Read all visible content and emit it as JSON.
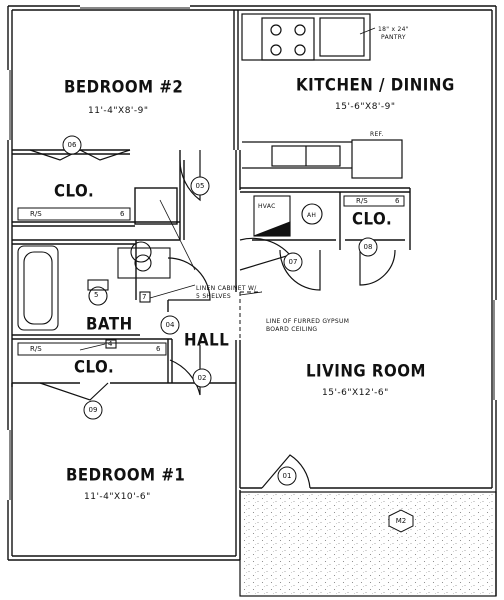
{
  "rooms": {
    "bedroom2": {
      "name": "BEDROOM #2",
      "dims": "11'-4\"X8'-9\""
    },
    "kitchen": {
      "name": "KITCHEN / DINING",
      "dims": "15'-6\"X8'-9\""
    },
    "bath": {
      "name": "BATH"
    },
    "hall": {
      "name": "HALL"
    },
    "living": {
      "name": "LIVING ROOM",
      "dims": "15'-6\"X12'-6\""
    },
    "bedroom1": {
      "name": "BEDROOM #1",
      "dims": "11'-4\"X10'-6\""
    },
    "closet_bed2": {
      "name": "CLO."
    },
    "closet_bed1": {
      "name": "CLO."
    },
    "closet_hall": {
      "name": "CLO."
    }
  },
  "annotations": {
    "pantry": "18\" x 24\"\nPANTRY",
    "ref": "REF.",
    "hvac": "HVAC",
    "ah": "AH",
    "linen": "LINEN CABINET W/\n5 SHELVES",
    "ceiling": "LINE OF FURRED GYPSUM\nBOARD CEILING",
    "rs_bed2": "R/S",
    "rs_bed1": "R/S",
    "rs_hall": "R/S",
    "shelf_num_bed2": "6",
    "shelf_num_bed1": "6",
    "shelf_num_hall": "6",
    "fixture_5": "5",
    "fixture_7": "7",
    "fixture_4": "4"
  },
  "door_tags": [
    "06",
    "05",
    "07",
    "08",
    "04",
    "02",
    "09",
    "01",
    "M2"
  ],
  "colors": {
    "line": "#111111",
    "background": "#ffffff",
    "porch_dots": "#777777"
  }
}
